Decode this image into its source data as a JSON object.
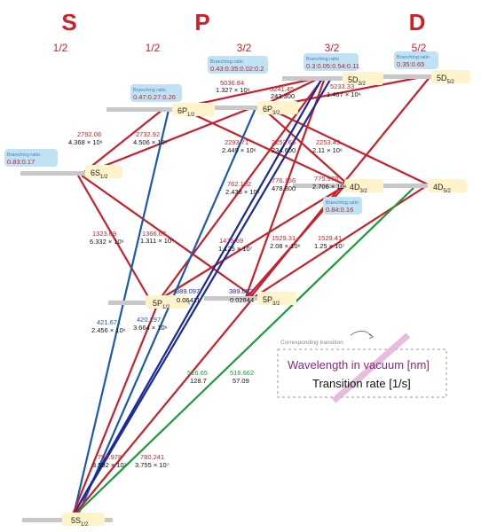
{
  "headers": [
    {
      "id": "S",
      "label": "S"
    },
    {
      "id": "P",
      "label": "P"
    },
    {
      "id": "D",
      "label": "D"
    }
  ],
  "j_labels": [
    "1/2",
    "1/2",
    "3/2",
    "3/2",
    "5/2"
  ],
  "levels": [
    {
      "id": "5S12",
      "label": "5S",
      "sub": "1/2"
    },
    {
      "id": "5P12",
      "label": "5P",
      "sub": "1/2"
    },
    {
      "id": "5P32",
      "label": "5P",
      "sub": "3/2"
    },
    {
      "id": "6S12",
      "label": "6S",
      "sub": "1/2"
    },
    {
      "id": "4D32",
      "label": "4D",
      "sub": "3/2"
    },
    {
      "id": "4D52",
      "label": "4D",
      "sub": "5/2"
    },
    {
      "id": "6P12",
      "label": "6P",
      "sub": "1/2"
    },
    {
      "id": "6P32",
      "label": "6P",
      "sub": "3/2"
    },
    {
      "id": "5D32",
      "label": "5D",
      "sub": "3/2"
    },
    {
      "id": "5D52",
      "label": "5D",
      "sub": "5/2"
    }
  ],
  "branching": [
    {
      "title": "Branching ratio",
      "value": "0.83:0.17"
    },
    {
      "title": "Branching ratio",
      "value": "0.47:0.27:0.26"
    },
    {
      "title": "Branching ratio",
      "value": "0.43:0.35:0.02:0.2"
    },
    {
      "title": "Branching ratio",
      "value": "0.3:0.05:0.54:0.11"
    },
    {
      "title": "Branching ratio",
      "value": "0.35:0.65"
    },
    {
      "title": "Branching ratio",
      "value": "0.84:0.16"
    }
  ],
  "transitions": [
    {
      "wl": "2792.06",
      "rate": "4.368 × 10⁶",
      "color": "#c8202a"
    },
    {
      "wl": "2732.92",
      "rate": "4.506 × 10⁶",
      "color": "#c8202a"
    },
    {
      "wl": "5036.84",
      "rate": "1.327 × 10⁶",
      "color": "#c8202a"
    },
    {
      "wl": "5241.45",
      "rate": "243.300",
      "color": "#c8202a"
    },
    {
      "wl": "5233.33",
      "rate": "1.467 × 10⁶",
      "color": "#c8202a"
    },
    {
      "wl": "2293.71",
      "rate": "2.449 × 10⁶",
      "color": "#c8202a"
    },
    {
      "wl": "2253.65",
      "rate": "234.600",
      "color": "#c8202a"
    },
    {
      "wl": "2253.43",
      "rate": "2.11 × 10⁶",
      "color": "#c8202a"
    },
    {
      "wl": "762.102",
      "rate": "2.438 × 10⁶",
      "color": "#c8202a"
    },
    {
      "wl": "776.156",
      "rate": "478.800",
      "color": "#c8202a"
    },
    {
      "wl": "775.978",
      "rate": "2.706 × 10⁶",
      "color": "#c8202a"
    },
    {
      "wl": "1323.69",
      "rate": "6.332 × 10⁶",
      "color": "#c8202a"
    },
    {
      "wl": "1366.67",
      "rate": "1.311 × 10⁷",
      "color": "#c8202a"
    },
    {
      "wl": "1475.69",
      "rate": "1.125 × 10⁷",
      "color": "#c8202a"
    },
    {
      "wl": "1529.31",
      "rate": "2.08 × 10⁶",
      "color": "#c8202a"
    },
    {
      "wl": "1529.41",
      "rate": "1.25 × 10⁷",
      "color": "#c8202a"
    },
    {
      "wl": "389.097",
      "rate": "0.06411",
      "color": "#1a2a9a"
    },
    {
      "wl": "389.052",
      "rate": "0.02844",
      "color": "#1a2a9a"
    },
    {
      "wl": "421.671",
      "rate": "2.456 × 10⁶",
      "color": "#1a5ab0"
    },
    {
      "wl": "420.297",
      "rate": "3.664 × 10⁶",
      "color": "#1a5ab0"
    },
    {
      "wl": "516.65",
      "rate": "128.7",
      "color": "#1a9a3a"
    },
    {
      "wl": "516.662",
      "rate": "57.09",
      "color": "#1a9a3a"
    },
    {
      "wl": "794.978",
      "rate": "3.592 × 10⁷",
      "color": "#c8202a"
    },
    {
      "wl": "780.241",
      "rate": "3.755 × 10⁷",
      "color": "#c8202a"
    }
  ],
  "legend": {
    "title": "Corresponding transition",
    "wavelength": "Wavelength in vacuum [nm]",
    "rate": "Transition rate [1/s]"
  },
  "colors": {
    "red": "#c8202a",
    "navy": "#1a2a9a",
    "blue": "#1a5ab0",
    "green": "#1a9a3a",
    "level": "#c8c8c8",
    "box": "#bfe3f5",
    "badge": "#fff3cc"
  }
}
